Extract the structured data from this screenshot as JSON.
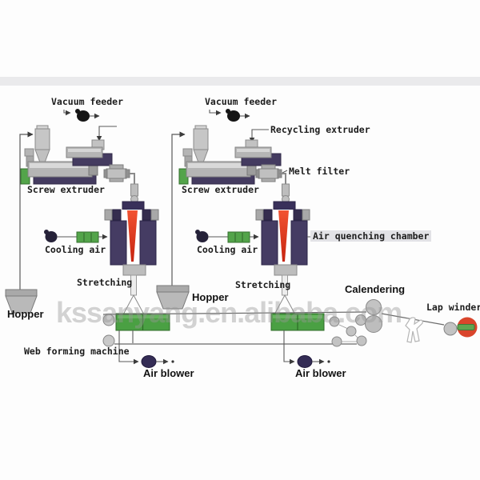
{
  "diagram": {
    "watermark": "kssanyang.en.alibaba.com",
    "description": "Nonwoven spunbond production line process diagram with two spinning lines"
  },
  "labels": {
    "vacuum_feeder_left": "Vacuum feeder",
    "vacuum_feeder_right": "Vacuum feeder",
    "recycling_extruder": "Recycling extruder",
    "melt_filter": "Melt filter",
    "screw_extruder_left": "Screw extruder",
    "screw_extruder_right": "Screw extruder",
    "cooling_air_left": "Cooling air",
    "cooling_air_right": "Cooling air",
    "air_quenching_chamber": "Air quenching chamber",
    "stretching_left": "Stretching",
    "stretching_right": "Stretching",
    "hopper_left": "Hopper",
    "hopper_right": "Hopper",
    "web_forming_machine": "Web forming machine",
    "air_blower_left": "Air blower",
    "air_blower_right": "Air blower",
    "calendering": "Calendering",
    "lap_winder": "Lap winder"
  },
  "colors": {
    "machinery_purple": "#443b60",
    "machinery_purple_dark": "#39305a",
    "metal_gray": "#b9b9b9",
    "metal_gray_light": "#d9d9d9",
    "accent_green": "#4aa043",
    "melt_red": "#e03524",
    "winder_red": "#d9452c",
    "winder_green": "#5ea551",
    "line_gray": "#555555",
    "watermark_gray": "#bcbcbc",
    "label_black": "#1c1c1c",
    "quench_label_bg": "#e2e2e6"
  }
}
